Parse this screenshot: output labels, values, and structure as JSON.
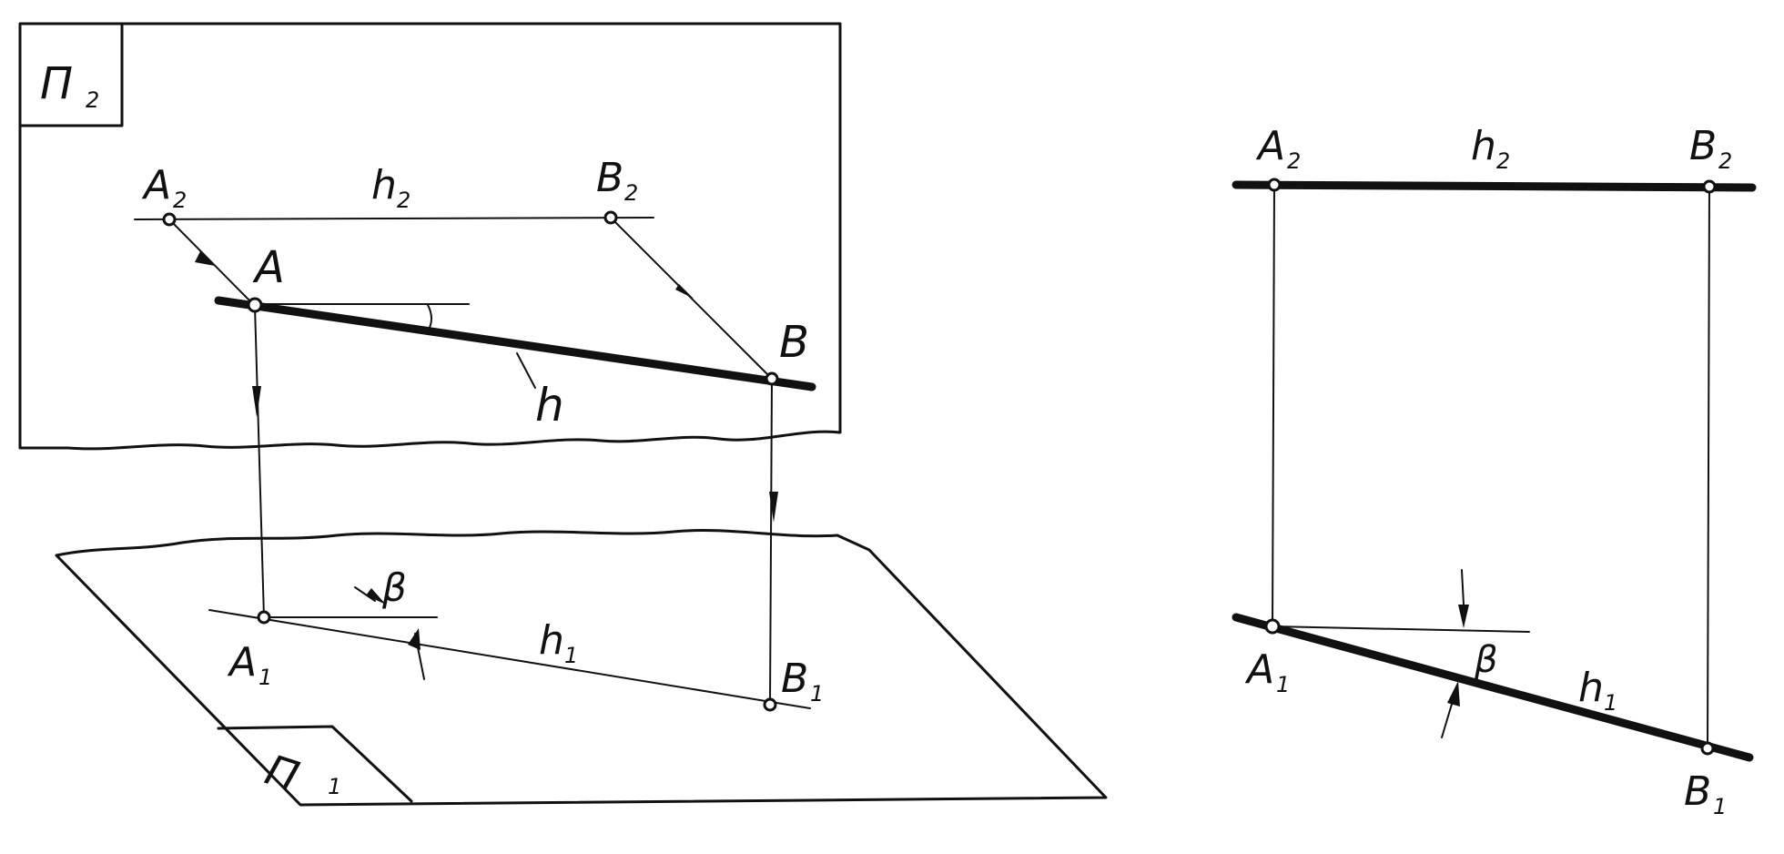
{
  "spatial_view": {
    "plane_v_label": "П",
    "plane_v_index": "2",
    "plane_h_label": "П",
    "plane_h_index": "1",
    "point_a": "A",
    "point_b": "B",
    "point_a2": "A",
    "point_a2_index": "2",
    "point_b2": "B",
    "point_b2_index": "2",
    "point_a1": "A",
    "point_a1_index": "1",
    "point_b1": "B",
    "point_b1_index": "1",
    "line_h": "h",
    "line_h2": "h",
    "line_h2_index": "2",
    "line_h1": "h",
    "line_h1_index": "1",
    "angle_beta": "β"
  },
  "epure_view": {
    "point_a2": "A",
    "point_a2_index": "2",
    "point_b2": "B",
    "point_b2_index": "2",
    "point_a1": "A",
    "point_a1_index": "1",
    "point_b1": "B",
    "point_b1_index": "1",
    "line_h2": "h",
    "line_h2_index": "2",
    "line_h1": "h",
    "line_h1_index": "1",
    "angle_beta": "β"
  }
}
